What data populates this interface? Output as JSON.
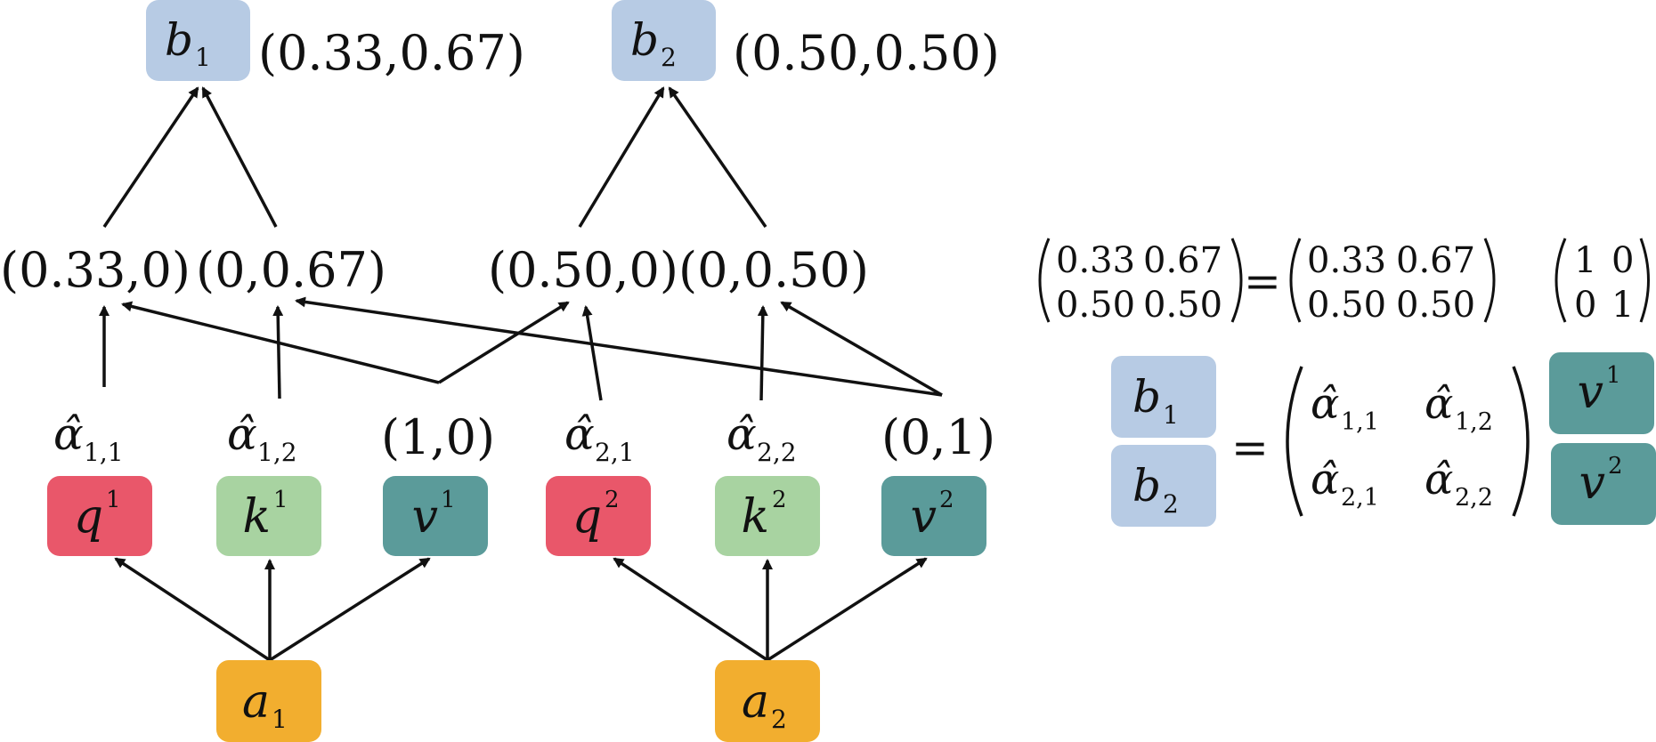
{
  "colors": {
    "b": "#b7cbe4",
    "q": "#e9576a",
    "k": "#a8d3a1",
    "v": "#5b9b9a",
    "a": "#f2ae2f",
    "ink": "#111111"
  },
  "left_diagram": {
    "output_b1": {
      "symbol": "b",
      "sub": "1",
      "value": "(0.33,0.67)"
    },
    "output_b2": {
      "symbol": "b",
      "sub": "2",
      "value": "(0.50,0.50)"
    },
    "weighted_values": [
      "(0.33,0)",
      "(0,0.67)",
      "(0.50,0)",
      "(0,0.50)"
    ],
    "token1": {
      "alpha_a": {
        "symbol": "α̂",
        "sub": "1,1"
      },
      "alpha_b": {
        "symbol": "α̂",
        "sub": "1,2"
      },
      "v_value": "(1,0)",
      "q": {
        "symbol": "q",
        "sup": "1"
      },
      "k": {
        "symbol": "k",
        "sup": "1"
      },
      "v": {
        "symbol": "v",
        "sup": "1"
      },
      "input": {
        "symbol": "a",
        "sub": "1"
      }
    },
    "token2": {
      "alpha_a": {
        "symbol": "α̂",
        "sub": "2,1"
      },
      "alpha_b": {
        "symbol": "α̂",
        "sub": "2,2"
      },
      "v_value": "(0,1)",
      "q": {
        "symbol": "q",
        "sup": "2"
      },
      "k": {
        "symbol": "k",
        "sup": "2"
      },
      "v": {
        "symbol": "v",
        "sup": "2"
      },
      "input": {
        "symbol": "a",
        "sub": "2"
      }
    }
  },
  "right_equations": {
    "eq1": {
      "lhs": [
        [
          "0.33",
          "0.67"
        ],
        [
          "0.50",
          "0.50"
        ]
      ],
      "equals": "=",
      "m1": [
        [
          "0.33",
          "0.67"
        ],
        [
          "0.50",
          "0.50"
        ]
      ],
      "m2": [
        [
          "1",
          "0"
        ],
        [
          "0",
          "1"
        ]
      ]
    },
    "eq2": {
      "b1": {
        "symbol": "b",
        "sub": "1"
      },
      "b2": {
        "symbol": "b",
        "sub": "2"
      },
      "equals": "=",
      "alpha": [
        [
          {
            "symbol": "α̂",
            "sub": "1,1"
          },
          {
            "symbol": "α̂",
            "sub": "1,2"
          }
        ],
        [
          {
            "symbol": "α̂",
            "sub": "2,1"
          },
          {
            "symbol": "α̂",
            "sub": "2,2"
          }
        ]
      ],
      "v1": {
        "symbol": "v",
        "sup": "1"
      },
      "v2": {
        "symbol": "v",
        "sup": "2"
      }
    }
  }
}
